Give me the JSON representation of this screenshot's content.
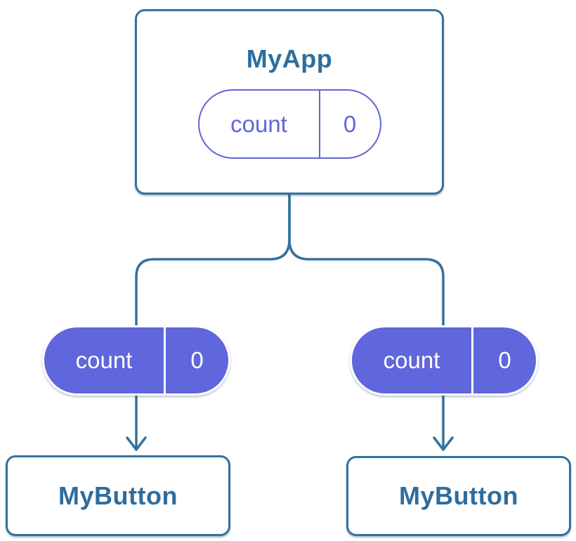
{
  "diagram": {
    "colors": {
      "line": "#33729e",
      "node_text": "#2e6d9d",
      "node_bg": "#ffffff",
      "purple_fill": "#6066db",
      "purple_text": "#ffffff",
      "outline_stroke": "#5f64d9",
      "outline_text": "#6065d9",
      "background": "#ffffff"
    },
    "root": {
      "title": "MyApp",
      "state": {
        "label": "count",
        "value": "0"
      }
    },
    "children": [
      {
        "title": "MyButton",
        "prop": {
          "label": "count",
          "value": "0"
        }
      },
      {
        "title": "MyButton",
        "prop": {
          "label": "count",
          "value": "0"
        }
      }
    ]
  }
}
